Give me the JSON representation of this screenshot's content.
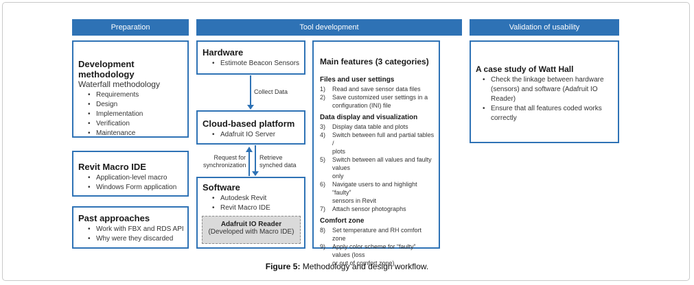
{
  "headers": {
    "preparation": "Preparation",
    "tool_development": "Tool development",
    "validation": "Validation of usability"
  },
  "dev_method": {
    "title": "Development methodology",
    "subtitle": "Waterfall methodology",
    "items": [
      "Requirements",
      "Design",
      "Implementation",
      "Verification",
      "Maintenance"
    ]
  },
  "revit_macro": {
    "title": "Revit Macro IDE",
    "items": [
      "Application-level macro",
      "Windows Form application"
    ]
  },
  "past": {
    "title": "Past approaches",
    "items": [
      "Work with FBX and RDS API",
      "Why were they discarded"
    ]
  },
  "hardware": {
    "title": "Hardware",
    "items": [
      "Estimote Beacon Sensors"
    ]
  },
  "cloud": {
    "title": "Cloud-based platform",
    "items": [
      "Adafruit IO Server"
    ]
  },
  "software": {
    "title": "Software",
    "items": [
      "Autodesk Revit",
      "Revit Macro IDE"
    ],
    "reader_title": "Adafruit IO Reader",
    "reader_sub": "(Developed with Macro IDE)"
  },
  "arrows": {
    "collect": "Collect Data",
    "request_1": "Request for",
    "request_2": "synchronization",
    "retrieve_1": "Retrieve",
    "retrieve_2": "synched data"
  },
  "features": {
    "title": "Main features (3 categories)",
    "sections": [
      {
        "heading": "Files and user settings",
        "items": [
          {
            "num": "1)",
            "lines": [
              "Read and save sensor data files"
            ]
          },
          {
            "num": "2)",
            "lines": [
              "Save customized user settings in a",
              "configuration (INI) file"
            ]
          }
        ]
      },
      {
        "heading": "Data display and visualization",
        "items": [
          {
            "num": "3)",
            "lines": [
              "Display data table and plots"
            ]
          },
          {
            "num": "4)",
            "lines": [
              "Switch between full and partial tables /",
              "plots"
            ]
          },
          {
            "num": "5)",
            "lines": [
              "Switch between all values and faulty values",
              "only"
            ]
          },
          {
            "num": "6)",
            "lines": [
              "Navigate users to and highlight “faulty”",
              "sensors in Revit"
            ]
          },
          {
            "num": "7)",
            "lines": [
              "Attach sensor photographs"
            ]
          }
        ]
      },
      {
        "heading": "Comfort zone",
        "items": [
          {
            "num": "8)",
            "lines": [
              "Set temperature and RH comfort zone"
            ]
          },
          {
            "num": "9)",
            "lines": [
              "Apply color scheme for “faulty” values (loss",
              "or out of comfort zone)"
            ]
          }
        ]
      }
    ]
  },
  "case_study": {
    "title": "A case study of Watt Hall",
    "items": [
      {
        "lines": [
          "Check the linkage between hardware",
          "(sensors) and software (Adafruit IO",
          "Reader)"
        ]
      },
      {
        "lines": [
          "Ensure that all features coded works",
          "correctly"
        ]
      }
    ]
  },
  "caption": {
    "label": "Figure 5:",
    "text": " Methodology and design workflow."
  },
  "colors": {
    "accent": "#2e72b5",
    "reader_fill": "#dadada"
  }
}
